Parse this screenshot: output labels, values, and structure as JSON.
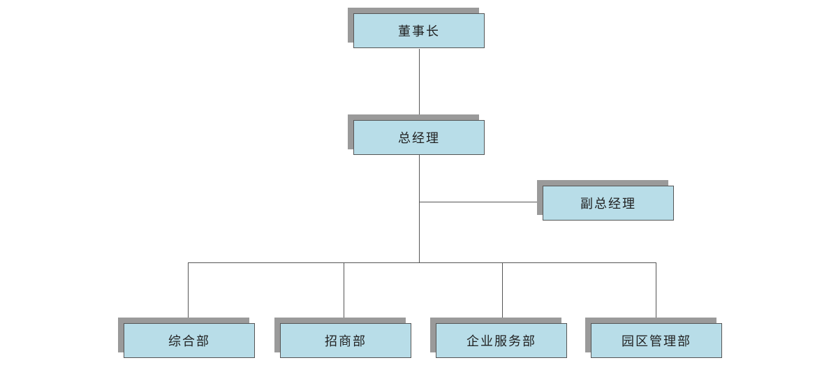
{
  "diagram": {
    "colors": {
      "box_fill": "#b8dde8",
      "box_shadow": "#9a9a9a",
      "line": "#555555"
    },
    "nodes": {
      "chairman": "董事长",
      "general_manager": "总经理",
      "deputy_general_manager": "副总经理",
      "general_affairs_dept": "综合部",
      "investment_dept": "招商部",
      "enterprise_services_dept": "企业服务部",
      "park_management_dept": "园区管理部"
    }
  }
}
